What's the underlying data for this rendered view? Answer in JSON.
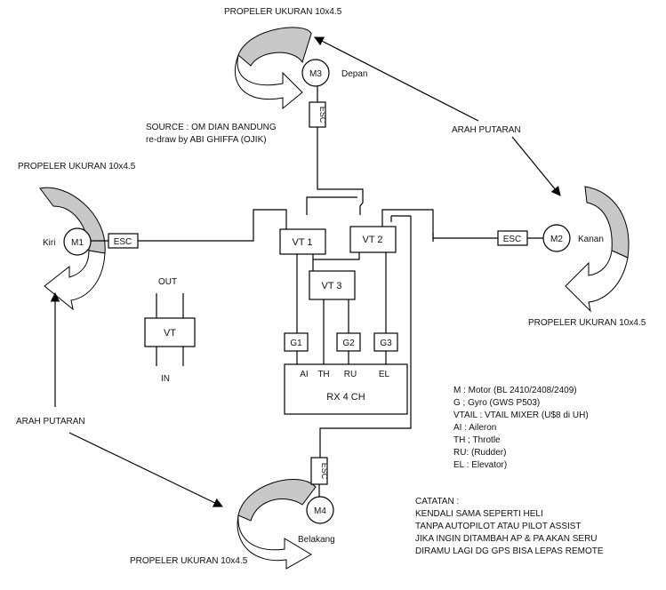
{
  "propellers": {
    "top": "PROPELER UKURAN 10x4.5",
    "left": "PROPELER UKURAN 10x4.5",
    "right": "PROPELER UKURAN 10x4.5",
    "bottom": "PROPELER UKURAN 10x4.5"
  },
  "motors": {
    "m1": {
      "label": "M1",
      "side": "Kiri"
    },
    "m2": {
      "label": "M2",
      "side": "Kanan"
    },
    "m3": {
      "label": "M3",
      "side": "Depan"
    },
    "m4": {
      "label": "M4",
      "side": "Belakang"
    }
  },
  "esc_label": "ESC",
  "source": {
    "line1": "SOURCE : OM DIAN BANDUNG",
    "line2": "re-draw by ABI GHIFFA (OJIK)"
  },
  "rotation": {
    "top_right": "ARAH PUTARAN",
    "bottom_left": "ARAH PUTARAN"
  },
  "mixers": {
    "vt1": "VT 1",
    "vt2": "VT 2",
    "vt3": "VT 3"
  },
  "gyros": {
    "g1": "G1",
    "g2": "G2",
    "g3": "G3"
  },
  "receiver": {
    "label": "RX 4 CH",
    "channels": [
      "AI",
      "TH",
      "RU",
      "EL"
    ]
  },
  "legend_vt": {
    "out": "OUT",
    "box": "VT",
    "in": "IN"
  },
  "key": [
    "M : Motor (BL 2410/2408/2409)",
    "G ; Gyro (GWS P503)",
    "VTAIL : VTAIL MIXER (U$8 di UH)",
    "AI : Aileron",
    "TH ; Throtle",
    "RU: (Rudder)",
    "EL : Elevator)"
  ],
  "notes": {
    "title": "CATATAN :",
    "lines": [
      "KENDALI SAMA SEPERTI HELI",
      "TANPA AUTOPILOT ATAU PILOT ASSIST",
      "JIKA INGIN DITAMBAH AP & PA AKAN SERU",
      "DIRAMU LAGI DG GPS BISA LEPAS REMOTE"
    ]
  }
}
